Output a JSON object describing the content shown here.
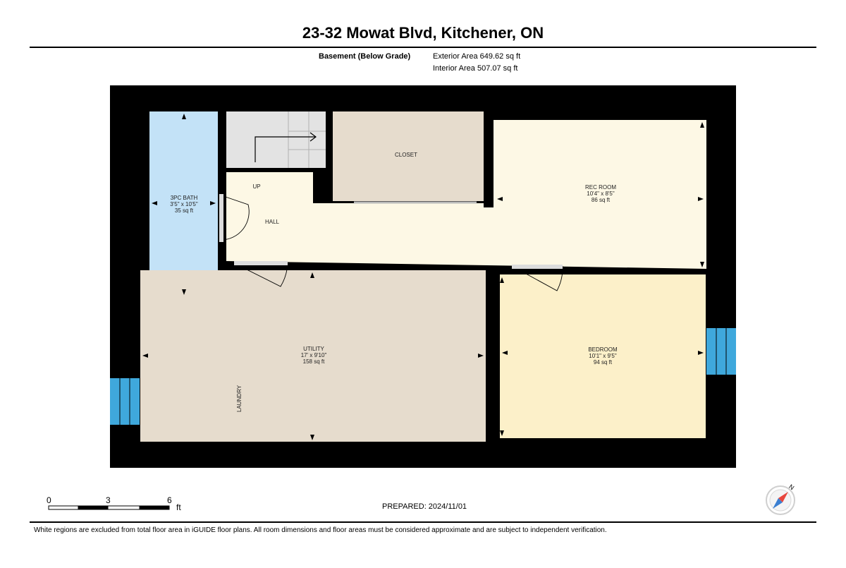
{
  "header": {
    "address": "23-32 Mowat Blvd, Kitchener, ON",
    "level": "Basement (Below Grade)",
    "exterior_area": "Exterior Area 649.62 sq ft",
    "interior_area": "Interior Area 507.07 sq ft"
  },
  "rooms": {
    "bath": {
      "name": "3PC BATH",
      "dims": "3'5\" x 10'5\"",
      "area": "35 sq ft"
    },
    "closet": {
      "name": "CLOSET"
    },
    "rec": {
      "name": "REC ROOM",
      "dims": "10'4\" x 8'5\"",
      "area": "86 sq ft"
    },
    "hall": {
      "name": "HALL"
    },
    "up": "UP",
    "utility": {
      "name": "UTILITY",
      "dims": "17' x 9'10\"",
      "area": "158 sq ft"
    },
    "laundry": "LAUNDRY",
    "bedroom": {
      "name": "BEDROOM",
      "dims": "10'1\" x 9'5\"",
      "area": "94 sq ft"
    }
  },
  "colors": {
    "wall": "#000000",
    "bath": "#c3e2f7",
    "stairs": "#e3e3e3",
    "closet": "#e6dccd",
    "hall_rec": "#fdf8e5",
    "utility": "#e6dccd",
    "bedroom": "#fcf0c9",
    "window": "#3fa8dc"
  },
  "scale": {
    "marks": [
      "0",
      "3",
      "6"
    ],
    "unit": "ft"
  },
  "prepared": "PREPARED: 2024/11/01",
  "compass_label": "N",
  "footer": "White regions are excluded from total floor area in iGUIDE floor plans. All room dimensions and floor areas must be considered approximate and are subject to independent verification."
}
